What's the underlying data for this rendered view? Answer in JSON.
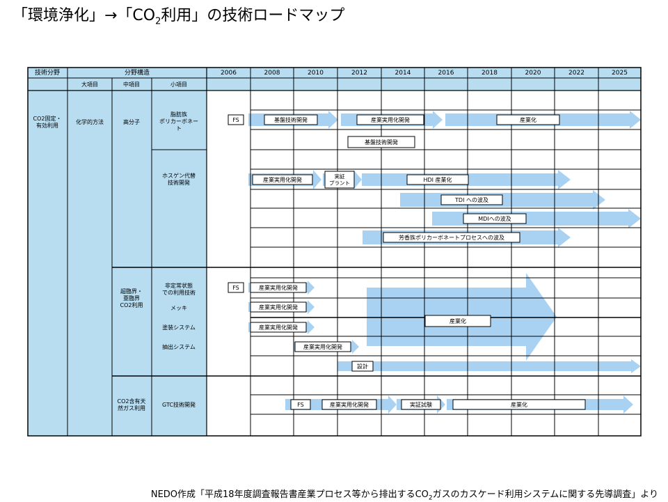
{
  "title": {
    "part1": "「環境浄化」→「CO",
    "sub": "2",
    "part2": "利用」の技術ロードマップ"
  },
  "source": {
    "part1": "NEDO作成「平成18年度調査報告書産業プロセス等から排出するCO",
    "sub": "2",
    "part2": "ガスのカスケード利用システムに関する先導調査」より"
  },
  "table": {
    "header_field": "技術分野",
    "header_structure": "分野構造",
    "years": [
      "2006",
      "2008",
      "2010",
      "2012",
      "2014",
      "2016",
      "2018",
      "2020",
      "2022",
      "2025"
    ],
    "sub_large": "大項目",
    "sub_medium": "中項目",
    "sub_small": "小項目",
    "field_name": "CO2固定・\n有効利用",
    "large_item": "化学的方法",
    "medium_items": [
      "高分子",
      "超臨界・\n亜臨界\nCO2利用",
      "CO2含有天\n然ガス利用"
    ],
    "small_items": [
      "脂肪族\nポリカーボネー\nト",
      "ホスゲン代替\n技術開発",
      "非定常状態\nでの利用技術",
      "メッキ",
      "塗装システム",
      "抽出システム",
      "GTC技術開発"
    ]
  },
  "labels": {
    "fs": "FS",
    "kiban": "基盤技術開発",
    "jitsuyo": "産業実用化開発",
    "sangyoka": "産業化",
    "jissho_plant": "実証\nプラント",
    "hdi": "HDI 産業化",
    "tdi": "TDI への波及",
    "mdi": "MDIへの波及",
    "aromatic": "芳香族ポリカーボネートプロセスへの波及",
    "sekkei": "設計",
    "jissho_shiken": "実証試験"
  },
  "colors": {
    "arrow": "#a9d2f2",
    "header_fill": "#b8ddf1",
    "label_fill": "#ffffff",
    "grid": "#000000"
  }
}
